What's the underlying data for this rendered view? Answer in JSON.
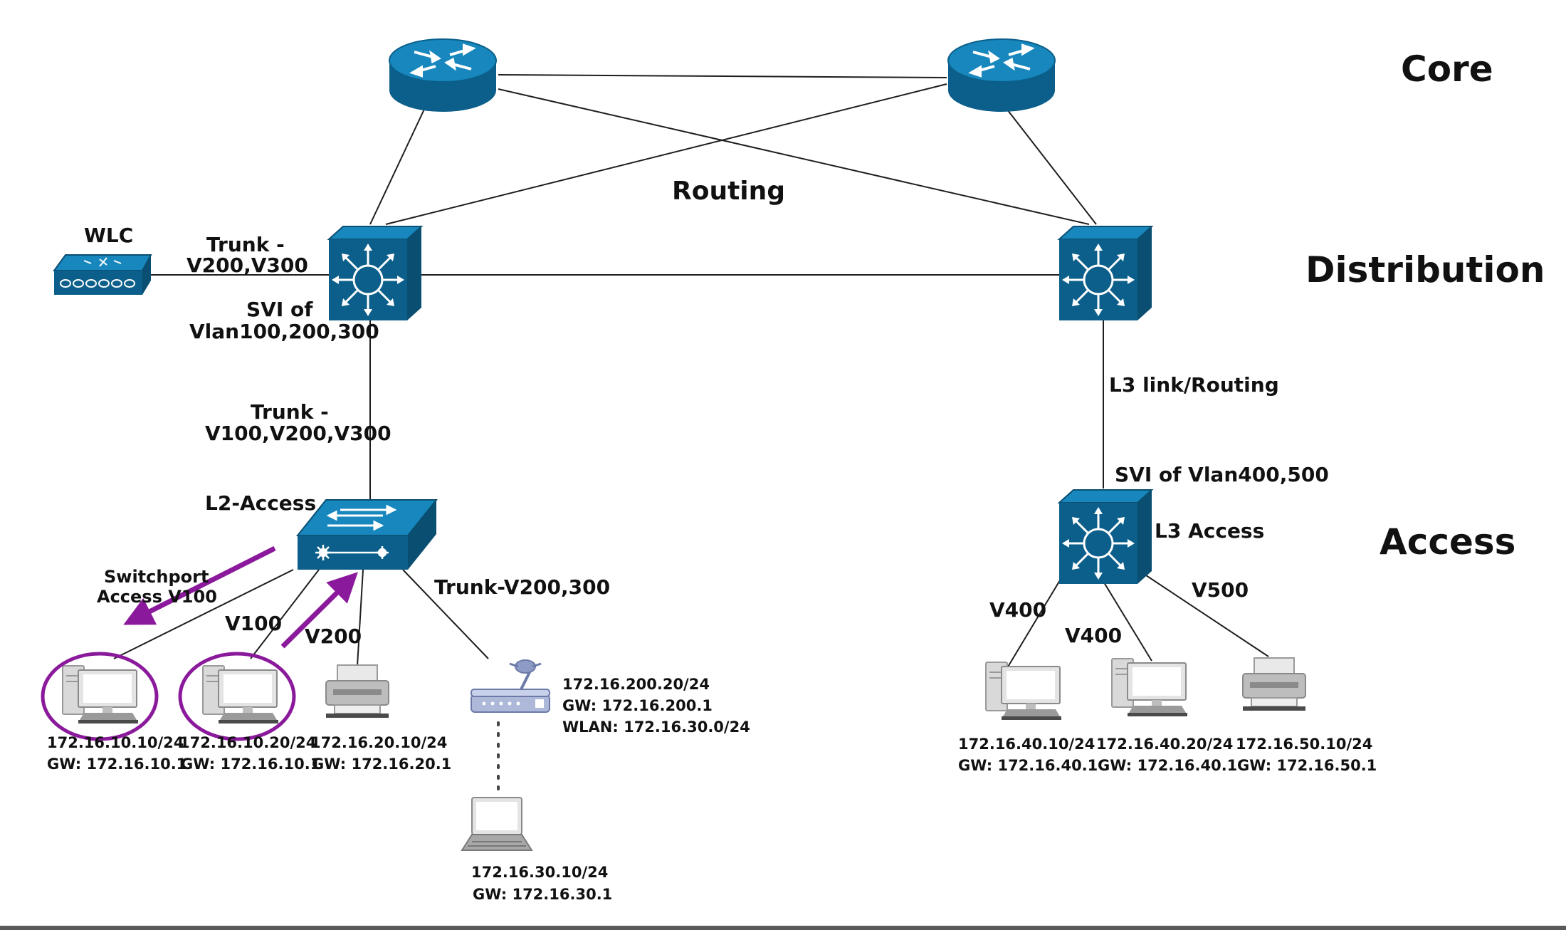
{
  "tiers": {
    "core": "Core",
    "distribution": "Distribution",
    "access": "Access"
  },
  "labels": {
    "routing": "Routing",
    "wlc": "WLC",
    "wlc_trunk_1": "Trunk -",
    "wlc_trunk_2": "V200,V300",
    "svi_left_1": "SVI of",
    "svi_left_2": "Vlan100,200,300",
    "trunk_down_1": "Trunk -",
    "trunk_down_2": "V100,V200,V300",
    "l2_access": "L2-Access",
    "switchport_1": "Switchport",
    "switchport_2": "Access V100",
    "v100": "V100",
    "v200": "V200",
    "trunk_ap": "Trunk-V200,300",
    "l3_link": "L3 link/Routing",
    "svi_right": "SVI of Vlan400,500",
    "l3_access": "L3 Access",
    "v400_a": "V400",
    "v400_b": "V400",
    "v500": "V500"
  },
  "hosts": {
    "pc1": {
      "ip": "172.16.10.10/24",
      "gw": "GW: 172.16.10.1"
    },
    "pc2": {
      "ip": "172.16.10.20/24",
      "gw": "GW: 172.16.10.1"
    },
    "printer1": {
      "ip": "172.16.20.10/24",
      "gw": "GW: 172.16.20.1"
    },
    "ap": {
      "ip": "172.16.200.20/24",
      "gw": "GW: 172.16.200.1",
      "wlan": "WLAN: 172.16.30.0/24"
    },
    "laptop": {
      "ip": "172.16.30.10/24",
      "gw": "GW: 172.16.30.1"
    },
    "pc3": {
      "ip": "172.16.40.10/24",
      "gw": "GW: 172.16.40.1"
    },
    "pc4": {
      "ip": "172.16.40.20/24",
      "gw": "GW: 172.16.40.1"
    },
    "printer2": {
      "ip": "172.16.50.10/24",
      "gw": "GW: 172.16.50.1"
    }
  },
  "colors": {
    "device": "#0b5f8a",
    "device_top": "#1787bd",
    "highlight": "#8a1a9b"
  }
}
